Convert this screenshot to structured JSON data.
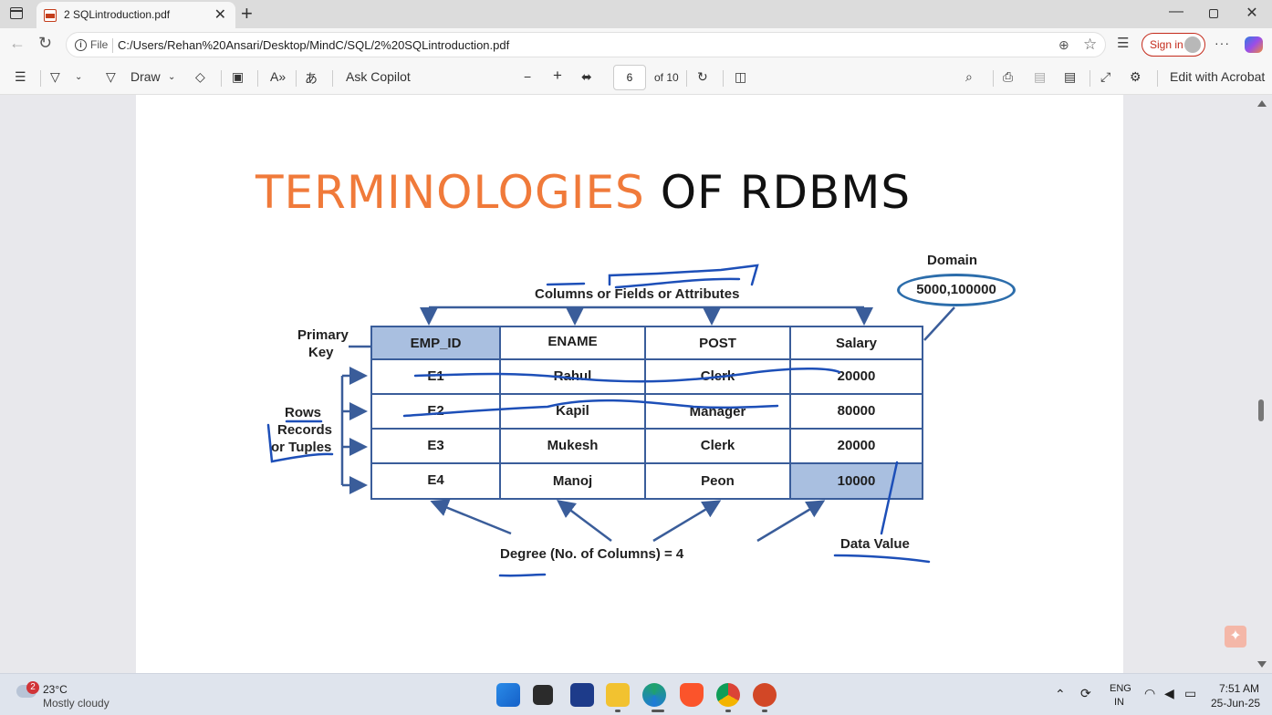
{
  "browser": {
    "tab_title": "2 SQLintroduction.pdf",
    "tab_close": "✕",
    "new_tab": "+",
    "window_controls": {
      "minimize": "—",
      "close": "✕"
    },
    "file_label": "File",
    "url": "C:/Users/Rehan%20Ansari/Desktop/MindC/SQL/2%20SQLintroduction.pdf",
    "sign_in": "Sign in",
    "more": "···"
  },
  "pdf_toolbar": {
    "draw_label": "Draw",
    "ask_copilot": "Ask Copilot",
    "zoom_out": "−",
    "zoom_in": "+",
    "page_current": "6",
    "page_total": "of 10",
    "edit_acrobat": "Edit with Acrobat"
  },
  "slide": {
    "title_part1": "TERMINOLOGIES",
    "title_part2": "OF RDBMS",
    "domain_label": "Domain",
    "domain_value": "5000,100000",
    "columns_label": "Columns or Fields or Attributes",
    "primary_key_line1": "Primary",
    "primary_key_line2": "Key",
    "rows_label_1": "Rows",
    "rows_label_2": "Records",
    "rows_label_3": "or Tuples",
    "degree_label": "Degree (No. of Columns) = 4",
    "data_value_label": "Data Value",
    "table": {
      "headers": [
        "EMP_ID",
        "ENAME",
        "POST",
        "Salary"
      ],
      "rows": [
        [
          "E1",
          "Rahul",
          "Clerk",
          "20000"
        ],
        [
          "E2",
          "Kapil",
          "Manager",
          "80000"
        ],
        [
          "E3",
          "Mukesh",
          "Clerk",
          "20000"
        ],
        [
          "E4",
          "Manoj",
          "Peon",
          "10000"
        ]
      ]
    }
  },
  "taskbar": {
    "weather_badge": "2",
    "temperature": "23°C",
    "weather": "Mostly cloudy",
    "lang_1": "ENG",
    "lang_2": "IN",
    "time": "7:51 AM",
    "date": "25-Jun-25"
  },
  "colors": {
    "title_orange": "#f07a3a",
    "table_border": "#3a5d9a",
    "highlight_cell": "#a9bfe0",
    "ink_blue": "#1d4fb8",
    "sign_in_red": "#c42b1c"
  },
  "icons": [
    "tab-actions-icon",
    "pdf-icon",
    "back-icon",
    "refresh-icon",
    "info-icon",
    "zoom-icon",
    "favorite-star-icon",
    "favorites-icon",
    "copilot-icon",
    "contents-icon",
    "highlight-icon",
    "draw-icon",
    "erase-icon",
    "text-icon",
    "read-aloud-icon",
    "translate-icon",
    "fit-page-icon",
    "rotate-icon",
    "page-view-icon",
    "search-icon",
    "print-icon",
    "save-icon",
    "save-as-icon",
    "fullscreen-icon",
    "settings-icon",
    "acrobat-icon",
    "windows-start-icon",
    "search-taskbar-icon"
  ]
}
